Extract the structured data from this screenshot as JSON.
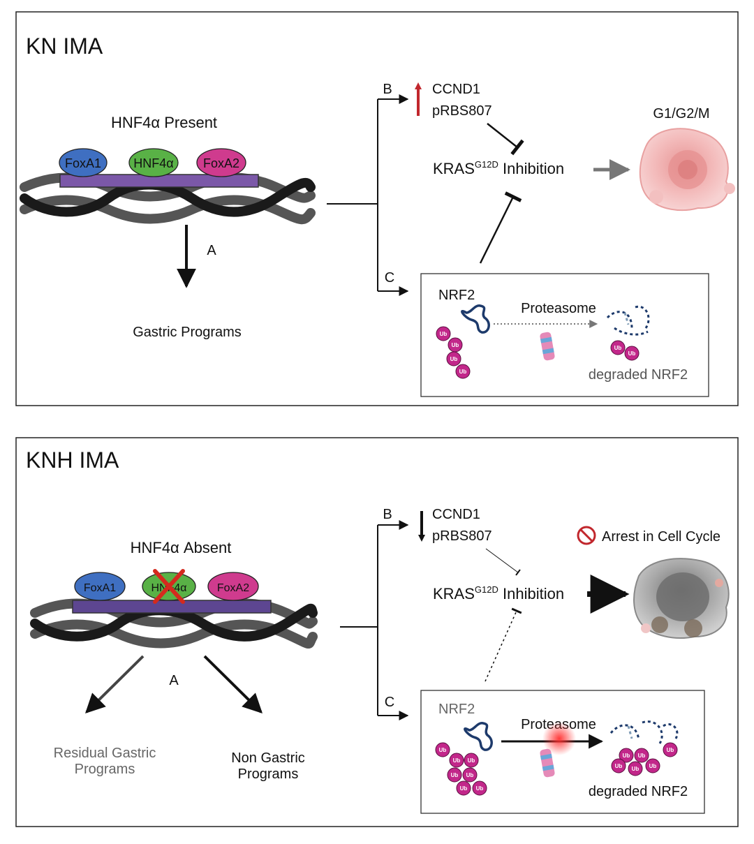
{
  "panel1": {
    "title": "KN IMA",
    "dna_label": "HNF4α Present",
    "factors": [
      "FoxA1",
      "HNF4α",
      "FoxA2"
    ],
    "arrow_a_label": "A",
    "gastric_label": "Gastric Programs",
    "branch_b": "B",
    "branch_c": "C",
    "ccnd1": "CCND1",
    "prbs": "pRBS807",
    "kras_main": "KRAS",
    "kras_sup": "G12D",
    "kras_tail": " Inhibition",
    "cell_state": "G1/G2/M",
    "nrf2": "NRF2",
    "proteasome": "Proteasome",
    "degraded": "degraded NRF2",
    "ub": "Ub"
  },
  "panel2": {
    "title": "KNH IMA",
    "dna_label": "HNF4α Absent",
    "factors": [
      "FoxA1",
      "HNF4α",
      "FoxA2"
    ],
    "arrow_a_label": "A",
    "residual_line1": "Residual Gastric",
    "residual_line2": "Programs",
    "nongastric_line1": "Non Gastric",
    "nongastric_line2": "Programs",
    "branch_b": "B",
    "branch_c": "C",
    "ccnd1": "CCND1",
    "prbs": "pRBS807",
    "kras_main": "KRAS",
    "kras_sup": "G12D",
    "kras_tail": " Inhibition",
    "arrest": "Arrest in Cell Cycle",
    "nrf2": "NRF2",
    "proteasome": "Proteasome",
    "degraded": "degraded NRF2",
    "ub": "Ub"
  },
  "colors": {
    "foxa1": "#3f6fc1",
    "hnf4a": "#59b146",
    "foxa2": "#cf3b8e",
    "dna_bar": "#7b58a8",
    "ub": "#c2278a",
    "up_arrow": "#c1272d",
    "cell_pink": "#f2b5b5",
    "cell_grey": "#9a9a9a"
  }
}
